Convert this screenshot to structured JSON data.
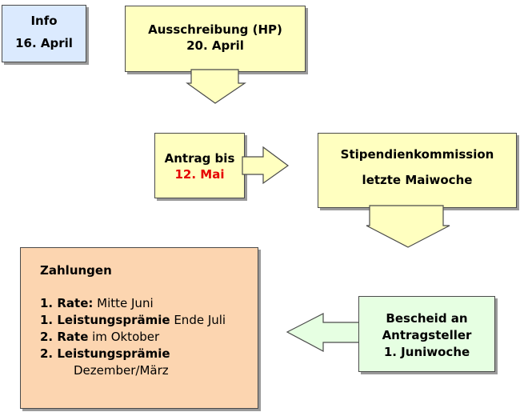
{
  "colors": {
    "info_fill": "#dbeafe",
    "yellow_fill": "#ffffc0",
    "green_fill": "#e6ffe2",
    "orange_fill": "#fcd5b0",
    "deadline_red": "#e60000",
    "outline": "#4a4a4a"
  },
  "info": {
    "title": "Info",
    "date": "16. April"
  },
  "ausschreibung": {
    "title": "Ausschreibung (HP)",
    "date": "20. April"
  },
  "antrag": {
    "title": "Antrag bis",
    "date": "12. Mai"
  },
  "kommission": {
    "title": "Stipendienkommission",
    "date": "letzte Maiwoche"
  },
  "bescheid": {
    "line1": "Bescheid an",
    "line2": "Antragsteller",
    "date": "1. Juniwoche"
  },
  "zahlungen": {
    "title": "Zahlungen",
    "items": [
      {
        "label": "1. Rate:",
        "text": " Mitte Juni"
      },
      {
        "label": "1. Leistungsprämie",
        "text": " Ende Juli"
      },
      {
        "label": "2. Rate",
        "text": " im Oktober"
      },
      {
        "label": "2. Leistungsprämie",
        "text": ""
      }
    ],
    "last_detail": "Dezember/März"
  }
}
